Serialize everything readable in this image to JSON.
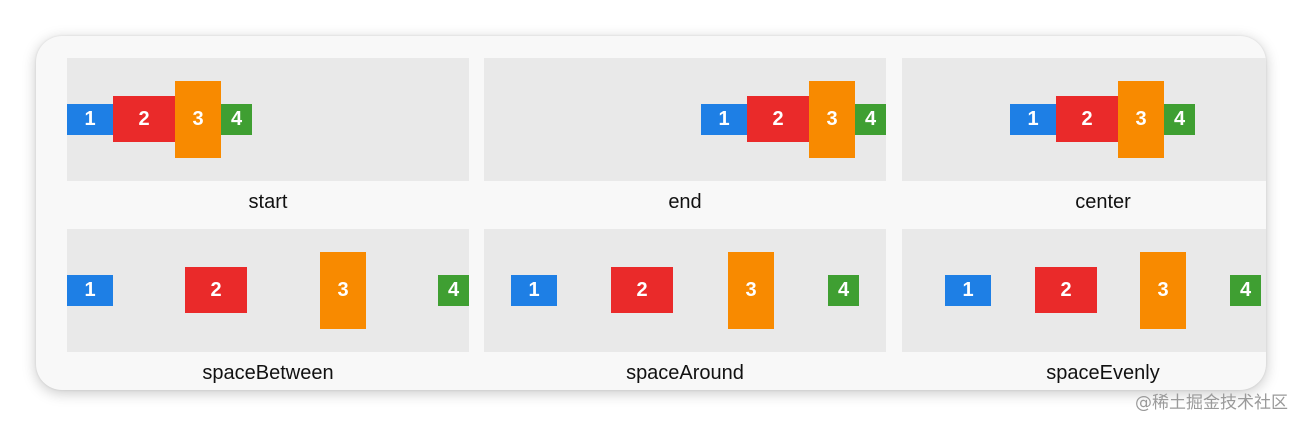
{
  "panels": [
    {
      "label": "start",
      "boxes": [
        "1",
        "2",
        "3",
        "4"
      ]
    },
    {
      "label": "end",
      "boxes": [
        "1",
        "2",
        "3",
        "4"
      ]
    },
    {
      "label": "center",
      "boxes": [
        "1",
        "2",
        "3",
        "4"
      ]
    },
    {
      "label": "spaceBetween",
      "boxes": [
        "1",
        "2",
        "3",
        "4"
      ]
    },
    {
      "label": "spaceAround",
      "boxes": [
        "1",
        "2",
        "3",
        "4"
      ]
    },
    {
      "label": "spaceEvenly",
      "boxes": [
        "1",
        "2",
        "3",
        "4"
      ]
    }
  ],
  "colors": {
    "box1": "#1e7fe5",
    "box2": "#ea2a2a",
    "box3": "#f88a00",
    "box4": "#3f9f32",
    "panel_bg": "#e9e9e9"
  },
  "watermark": "@稀土掘金技术社区"
}
